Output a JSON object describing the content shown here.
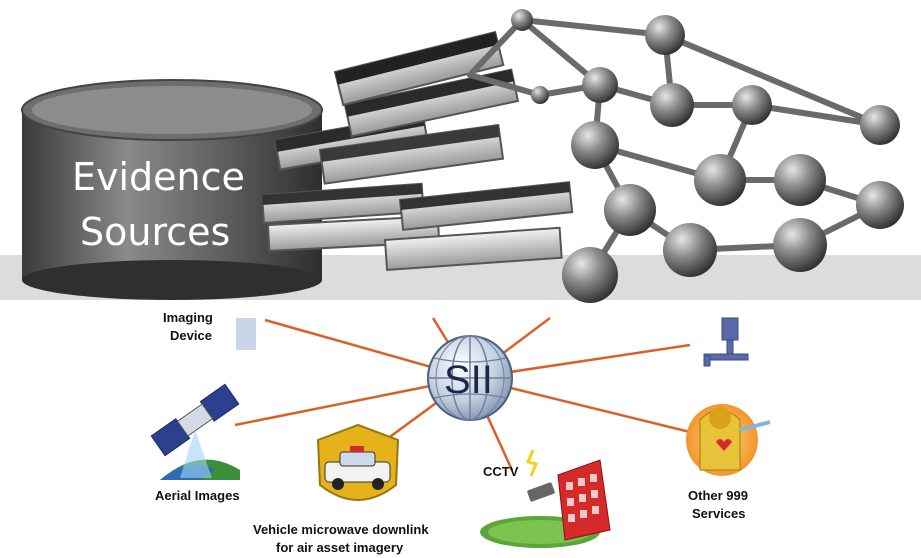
{
  "top_panel": {
    "database_label_line1": "Evidence",
    "database_label_line2": "Sources"
  },
  "hub": {
    "label": "SII"
  },
  "nodes": {
    "imaging_line1": "Imaging",
    "imaging_line2": "Device",
    "aerial": "Aerial Images",
    "vehicle_line1": "Vehicle microwave downlink",
    "vehicle_line2": "for air asset imagery",
    "cctv": "CCTV",
    "other_line1": "Other 999",
    "other_line2": "Services"
  },
  "colors": {
    "connector": "#d9602a",
    "globe": "#9fb1c9",
    "building": "#d42a2a",
    "badge": "#e6b219",
    "fire": "#f08a1c"
  }
}
